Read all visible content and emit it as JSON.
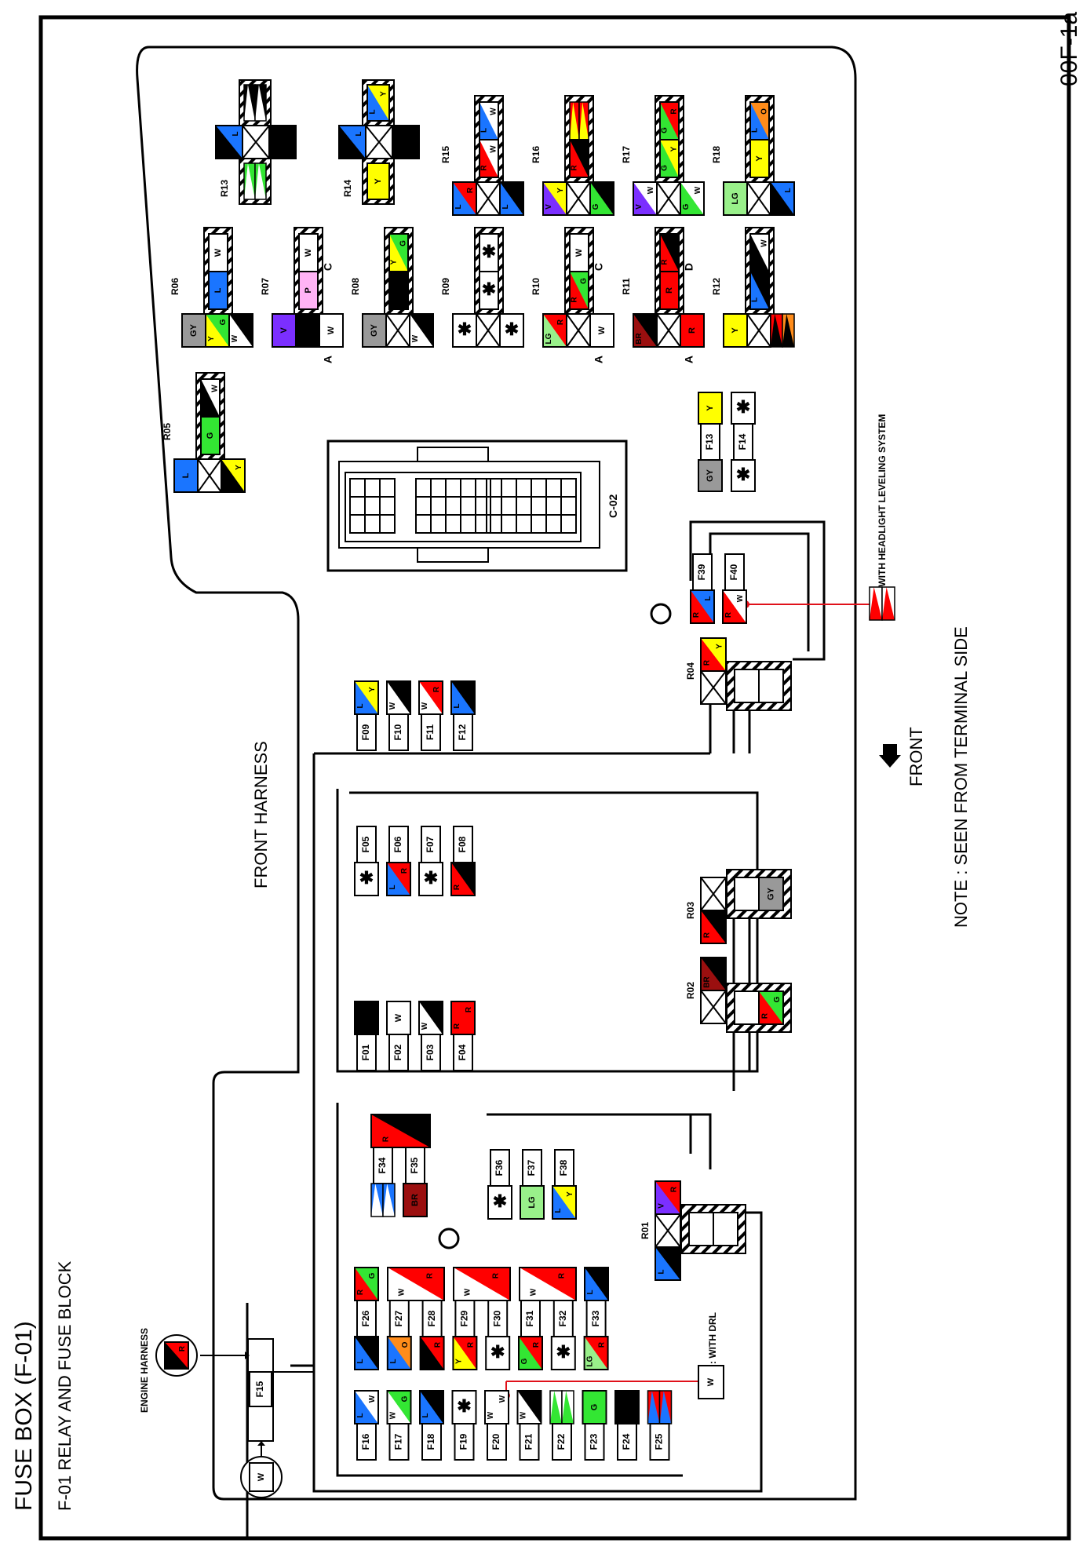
{
  "header": {
    "title": "FUSE BOX (F-01)",
    "subtitle": "F-01 RELAY AND FUSE BLOCK",
    "page_code": "00F-1a"
  },
  "labels": {
    "engine_harness": "ENGINE HARNESS",
    "front_harness": "FRONT HARNESS",
    "front": "FRONT",
    "note": "NOTE : SEEN FROM TERMINAL SIDE",
    "with_drl": ": WITH DRL",
    "with_headlight": ": WITH HEADLIGHT LEVELING SYSTEM",
    "connector_c02": "C-02"
  },
  "colors": {
    "B": "#000000",
    "W": "#ffffff",
    "R": "#ff0000",
    "L": "#1a75ff",
    "Y": "#ffff00",
    "G": "#33e633",
    "LG": "#99f08a",
    "O": "#ff8c1a",
    "V": "#7b2fff",
    "P": "#ffb3f5",
    "GY": "#999999",
    "BR": "#9b0f0f",
    "*": "#ffffff",
    "red_line": "#e0111a"
  },
  "engine_harness_connector": {
    "wires": [
      "B",
      "R"
    ]
  },
  "battery_connector": {
    "wires": [
      "W"
    ]
  },
  "fuses": [
    {
      "id": "F01",
      "wires": [
        "B"
      ]
    },
    {
      "id": "F02",
      "wires": [
        "W"
      ]
    },
    {
      "id": "F03",
      "wires": [
        "W",
        "B"
      ]
    },
    {
      "id": "F04",
      "wires": [
        "R",
        "R"
      ]
    },
    {
      "id": "F05",
      "wires": [
        "*"
      ]
    },
    {
      "id": "F06",
      "wires": [
        "L",
        "R"
      ]
    },
    {
      "id": "F07",
      "wires": [
        "*"
      ]
    },
    {
      "id": "F08",
      "wires": [
        "R",
        "B"
      ]
    },
    {
      "id": "F09",
      "wires": [
        "L",
        "Y"
      ]
    },
    {
      "id": "F10",
      "wires": [
        "W",
        "B"
      ]
    },
    {
      "id": "F11",
      "wires": [
        "W",
        "R"
      ]
    },
    {
      "id": "F12",
      "wires": [
        "L",
        "B"
      ]
    },
    {
      "id": "F13",
      "wires_left": [
        "GY"
      ],
      "wires_right": [
        "Y"
      ]
    },
    {
      "id": "F14",
      "wires_left": [
        "*"
      ],
      "wires_right": [
        "*"
      ]
    },
    {
      "id": "F15",
      "wires": []
    },
    {
      "id": "F16",
      "wires": [
        "L",
        "W"
      ]
    },
    {
      "id": "F17",
      "wires": [
        "W",
        "G"
      ]
    },
    {
      "id": "F18",
      "wires": [
        "L",
        "B"
      ]
    },
    {
      "id": "F19",
      "wires": [
        "*"
      ]
    },
    {
      "id": "F20",
      "wires": [
        "W",
        "W"
      ]
    },
    {
      "id": "F21",
      "wires": [
        "W",
        "B"
      ]
    },
    {
      "id": "F22",
      "wires": [
        "G/W",
        "G/W"
      ]
    },
    {
      "id": "F23",
      "wires": [
        "G"
      ]
    },
    {
      "id": "F24",
      "wires": [
        "B"
      ]
    },
    {
      "id": "F25",
      "wires": [
        "L/R",
        "L/R"
      ]
    },
    {
      "id": "F26",
      "wires_top": [
        "R",
        "G"
      ],
      "wires_bottom": [
        "L",
        "B"
      ]
    },
    {
      "id": "F27",
      "wires_top": [
        "W",
        "R"
      ],
      "wires_bottom": [
        "L",
        "O"
      ]
    },
    {
      "id": "F28",
      "wires_top": [
        "W",
        "R"
      ],
      "wires_bottom": [
        "B",
        "R"
      ]
    },
    {
      "id": "F29",
      "wires_top": [
        "W",
        "R"
      ],
      "wires_bottom": [
        "Y",
        "R"
      ]
    },
    {
      "id": "F30",
      "wires_top": [
        "W",
        "R"
      ],
      "wires_bottom": [
        "*"
      ]
    },
    {
      "id": "F31",
      "wires_top": [
        "W",
        "R"
      ],
      "wires_bottom": [
        "G",
        "R"
      ]
    },
    {
      "id": "F32",
      "wires_top": [
        "W",
        "R"
      ],
      "wires_bottom": [
        "*"
      ]
    },
    {
      "id": "F33",
      "wires_top": [
        "L",
        "B"
      ],
      "wires_bottom": [
        "LG",
        "R"
      ]
    },
    {
      "id": "F34",
      "wires_top": [
        "R",
        "B"
      ],
      "wires_bottom": [
        "W/L",
        "W/L"
      ]
    },
    {
      "id": "F35",
      "wires_top": [
        "R",
        "B"
      ],
      "wires_bottom": [
        "BR"
      ]
    },
    {
      "id": "F36",
      "wires": [
        "*"
      ]
    },
    {
      "id": "F37",
      "wires": [
        "LG"
      ]
    },
    {
      "id": "F38",
      "wires": [
        "L",
        "Y"
      ]
    },
    {
      "id": "F39",
      "wires": [
        "R",
        "L"
      ]
    },
    {
      "id": "F40",
      "wires": [
        "R",
        "W"
      ]
    }
  ],
  "relays": [
    {
      "id": "R01",
      "pins": [
        [
          "V",
          "R"
        ],
        [
          "X"
        ],
        [
          "L",
          "B"
        ]
      ]
    },
    {
      "id": "R02",
      "pins": [
        [
          "BR",
          "B"
        ],
        [
          "X"
        ]
      ],
      "coil": [
        [
          "R",
          "G"
        ]
      ]
    },
    {
      "id": "R03",
      "pins": [
        [
          "X"
        ],
        [
          "R",
          "B"
        ]
      ],
      "coil": [
        [
          "GY"
        ]
      ]
    },
    {
      "id": "R04",
      "pins": [
        [
          "R",
          "Y"
        ],
        [
          "X"
        ]
      ]
    },
    {
      "id": "R05",
      "pins": [
        [
          "L"
        ],
        [
          "X"
        ],
        [
          "B",
          "Y"
        ]
      ],
      "coil": [
        [
          "W",
          "W",
          "B",
          "G"
        ],
        [
          "G"
        ]
      ]
    },
    {
      "id": "R06",
      "pins": [
        [
          "GY"
        ],
        [
          "Y",
          "G"
        ],
        [
          "W",
          "B"
        ]
      ],
      "coil": [
        [
          "W"
        ],
        [
          "L"
        ]
      ]
    },
    {
      "id": "R07",
      "pins": [
        [
          "V"
        ],
        [
          "B"
        ],
        [
          "W"
        ]
      ],
      "coil": [
        [
          "W"
        ],
        [
          "P"
        ]
      ],
      "marks": [
        "C",
        "A"
      ]
    },
    {
      "id": "R08",
      "pins": [
        [
          "GY"
        ],
        [
          "X"
        ],
        [
          "W",
          "B"
        ]
      ],
      "coil": [
        [
          "Y",
          "G"
        ],
        [
          "B"
        ]
      ]
    },
    {
      "id": "R09",
      "pins": [
        [
          "*"
        ],
        [
          "X"
        ],
        [
          "*"
        ]
      ],
      "coil": [
        [
          "*"
        ],
        [
          "*"
        ]
      ]
    },
    {
      "id": "R10",
      "pins": [
        [
          "LG",
          "R"
        ],
        [
          "X"
        ],
        [
          "W"
        ]
      ],
      "coil": [
        [
          "W"
        ],
        [
          "R",
          "G"
        ]
      ],
      "marks": [
        "C",
        "A"
      ]
    },
    {
      "id": "R11",
      "pins": [
        [
          "BR",
          "B"
        ],
        [
          "X"
        ],
        [
          "R"
        ]
      ],
      "coil": [
        [
          "R",
          "B"
        ],
        [
          "R"
        ]
      ],
      "marks": [
        "D",
        "A"
      ]
    },
    {
      "id": "R12",
      "pins": [
        [
          "Y"
        ],
        [
          "X"
        ],
        [
          "B/R",
          "B/O"
        ]
      ],
      "coil": [
        [
          "B",
          "W"
        ],
        [
          "L",
          "B"
        ]
      ]
    },
    {
      "id": "R13",
      "pins": [
        [
          "B",
          "L"
        ],
        [
          "X"
        ],
        [
          "B"
        ]
      ],
      "coil_top": [
        [
          "W/B",
          "W/B"
        ]
      ],
      "coil_bottom": [
        [
          "W/G",
          "W/G"
        ]
      ]
    },
    {
      "id": "R14",
      "pins": [
        [
          "B",
          "L"
        ],
        [
          "X"
        ],
        [
          "B"
        ]
      ],
      "coil_top": [
        [
          "L",
          "Y"
        ]
      ],
      "coil_bottom": [
        [
          "Y"
        ]
      ]
    },
    {
      "id": "R15",
      "pins": [
        [
          "L",
          "R"
        ],
        [
          "X"
        ],
        [
          "L",
          "B"
        ]
      ],
      "coil": [
        [
          "L",
          "W"
        ],
        [
          "R",
          "W"
        ]
      ]
    },
    {
      "id": "R16",
      "pins": [
        [
          "V",
          "Y"
        ],
        [
          "X"
        ],
        [
          "G",
          "B"
        ]
      ],
      "coil": [
        [
          "Y/R",
          "Y/R"
        ],
        [
          "R",
          "B"
        ]
      ]
    },
    {
      "id": "R17",
      "pins": [
        [
          "V",
          "W"
        ],
        [
          "X"
        ],
        [
          "G",
          "W"
        ]
      ],
      "coil": [
        [
          "G",
          "R"
        ],
        [
          "G",
          "Y"
        ]
      ]
    },
    {
      "id": "R18",
      "pins": [
        [
          "LG"
        ],
        [
          "X"
        ],
        [
          "B",
          "L"
        ]
      ],
      "coil": [
        [
          "L",
          "O"
        ],
        [
          "Y"
        ]
      ]
    }
  ],
  "drl_connector": {
    "wires": [
      "W"
    ]
  },
  "headlight_leveling_connector": {
    "wires": [
      "R/W",
      "R/W"
    ]
  }
}
